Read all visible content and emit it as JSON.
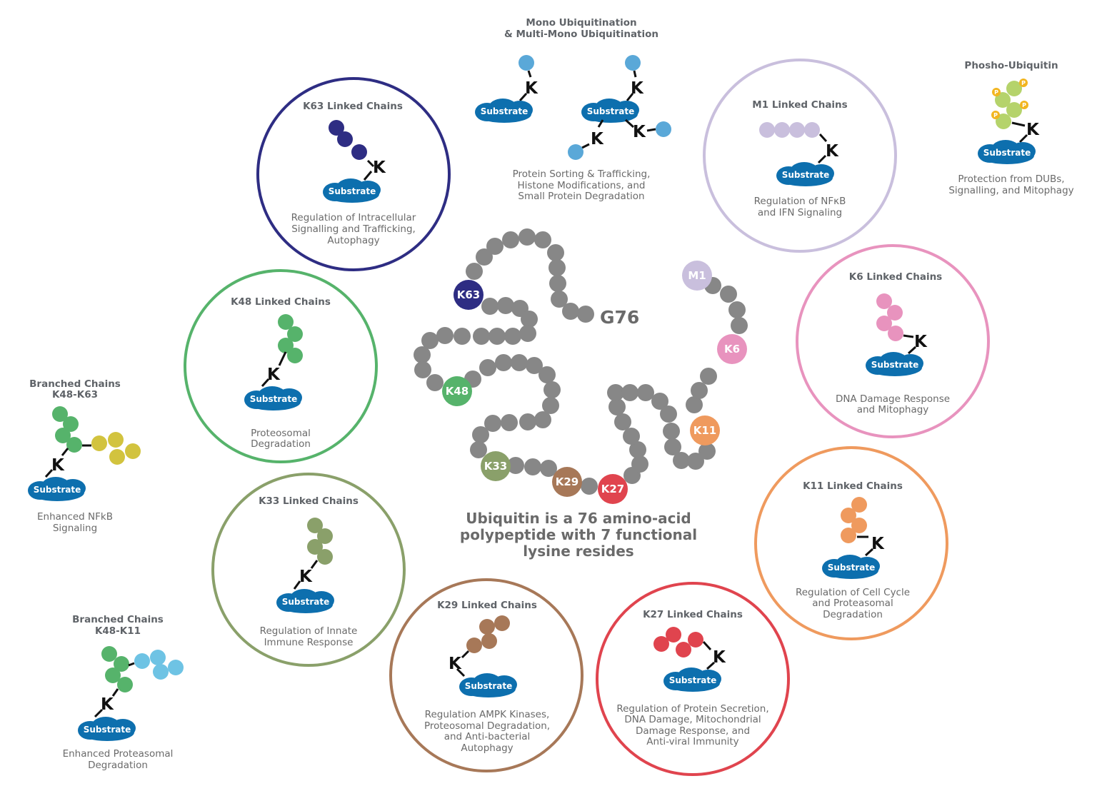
{
  "central": {
    "caption": [
      "Ubiquitin is a 76 amino-acid",
      "polypeptide with 7 functional",
      "lysine resides"
    ],
    "terminal_label": "G76",
    "lysines": {
      "K63": "K63",
      "K48": "K48",
      "K33": "K33",
      "K29": "K29",
      "K27": "K27",
      "K11": "K11",
      "K6": "K6",
      "M1": "M1"
    }
  },
  "common": {
    "substrate_label": "Substrate",
    "lysine_label": "K",
    "phospho_label": "P"
  },
  "panels": {
    "k63": {
      "title": "K63 Linked Chains",
      "desc": [
        "Regulation of Intracellular",
        "Signalling and Trafficking,",
        "Autophagy"
      ],
      "color": "#2e2d83"
    },
    "k48": {
      "title": "K48 Linked Chains",
      "desc": [
        "Proteosomal",
        "Degradation"
      ],
      "color": "#56b36b"
    },
    "k33": {
      "title": "K33 Linked Chains",
      "desc": [
        "Regulation of Innate",
        "Immune Response"
      ],
      "color": "#8aa06a"
    },
    "k29": {
      "title": "K29 Linked Chains",
      "desc": [
        "Regulation AMPK Kinases,",
        "Proteosomal Degradation,",
        "and Anti-bacterial",
        "Autophagy"
      ],
      "color": "#a77858"
    },
    "k27": {
      "title": "K27 Linked Chains",
      "desc": [
        "Regulation of Protein Secretion,",
        "DNA Damage, Mitochondrial",
        "Damage Response, and",
        "Anti-viral Immunity"
      ],
      "color": "#e0444e"
    },
    "k11": {
      "title": "K11 Linked Chains",
      "desc": [
        "Regulation of Cell Cycle",
        "and Proteasomal",
        "Degradation"
      ],
      "color": "#ef9a5e"
    },
    "k6": {
      "title": "K6 Linked Chains",
      "desc": [
        "DNA Damage Response",
        "and Mitophagy"
      ],
      "color": "#e893be"
    },
    "m1": {
      "title": "M1 Linked Chains",
      "desc": [
        "Regulation of NFκB",
        "and IFN Signaling"
      ],
      "color": "#c9bfdd"
    },
    "mono": {
      "title": [
        "Mono Ubiquitination",
        "& Multi-Mono Ubiquitination"
      ],
      "desc": [
        "Protein Sorting & Trafficking,",
        "Histone Modifications,  and",
        "Small Protein Degradation"
      ],
      "color": "#5aa8d8"
    },
    "phospho": {
      "title": "Phosho-Ubiquitin",
      "desc": [
        "Protection from DUBs,",
        "Signalling, and Mitophagy"
      ],
      "color": "#b5d36b",
      "p_color": "#f2b51f"
    },
    "branched_k63": {
      "title": [
        "Branched Chains",
        "K48-K63"
      ],
      "desc": [
        "Enhanced NFkB",
        "Signaling"
      ],
      "colors": [
        "#56b36b",
        "#d2c33e"
      ]
    },
    "branched_k11": {
      "title": [
        "Branched Chains",
        "K48-K11"
      ],
      "desc": [
        "Enhanced Proteasomal",
        "Degradation"
      ],
      "colors": [
        "#56b36b",
        "#6ec3e4"
      ]
    }
  },
  "colors": {
    "substrate": "#0d6fae",
    "bead": "#878787"
  }
}
